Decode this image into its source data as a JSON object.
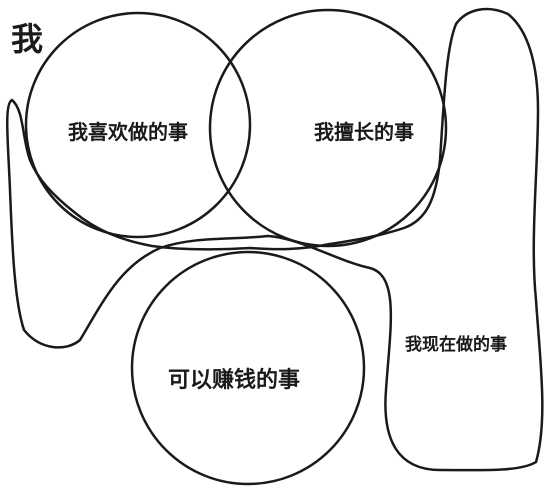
{
  "title": "我",
  "circles": {
    "like": "我喜欢做的事",
    "good": "我擅长的事",
    "money": "可以赚钱的事"
  },
  "current": "我现在做的事",
  "colors": {
    "line": "#1a1a1a",
    "background": "#ffffff"
  }
}
